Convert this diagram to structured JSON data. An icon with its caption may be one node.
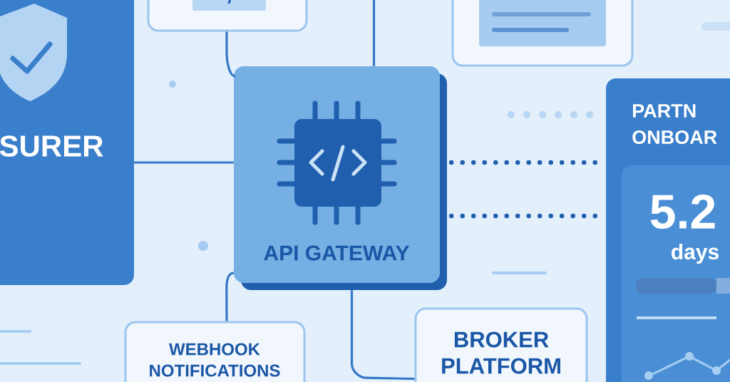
{
  "diagram": {
    "nodes": [
      {
        "text": [
          "SURER"
        ]
      },
      {
        "text": [],
        "shape": "box"
      },
      {
        "text": [],
        "shape": "box"
      },
      {
        "text": [
          "API GATEWAY"
        ]
      },
      {
        "text": [
          "PARTN ONBOAR"
        ]
      },
      {
        "text": [
          "5.2",
          "days"
        ],
        "in": 4
      },
      {
        "text": [
          "WEBHOOK NOTIFICATIONS"
        ]
      },
      {
        "text": [
          "BROKER PLATFORM"
        ]
      }
    ],
    "edges": [
      {
        "from": 0,
        "to": 3,
        "arrow": "none"
      },
      {
        "from": 1,
        "to": 3,
        "arrow": "none"
      },
      {
        "from": 3,
        "to": null,
        "arrow": "none"
      },
      {
        "from": 3,
        "to": 4,
        "arrow": "none",
        "style": "dashed"
      },
      {
        "from": 3,
        "to": 4,
        "arrow": "none",
        "style": "dashed"
      },
      {
        "from": 3,
        "to": 6,
        "arrow": "none"
      },
      {
        "from": 3,
        "to": 7,
        "arrow": "none"
      }
    ]
  }
}
